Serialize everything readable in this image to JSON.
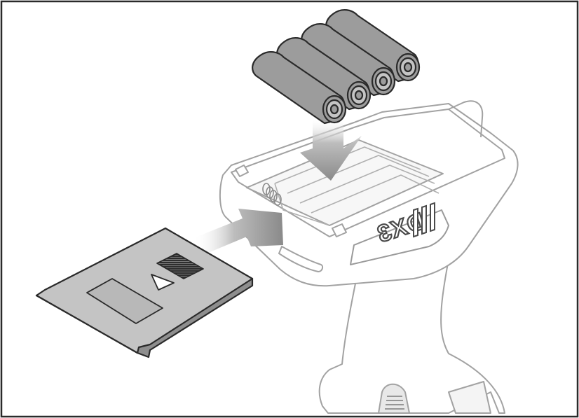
{
  "figure": {
    "transmitter_brand": "DX3",
    "colors": {
      "border": "#2a2a2a",
      "outline": "#9a9a9a",
      "outline_dark": "#4a4a4a",
      "battery_fill": "#9c9c9c",
      "cover_fill": "#c4c4c4",
      "arrow_fill": "#8c8c8c",
      "grip_fill": "#2e2e2e"
    },
    "parts": [
      "batteries",
      "transmitter-body",
      "battery-compartment",
      "battery-cover",
      "insert-arrow-down",
      "insert-arrow-side"
    ],
    "battery_count": 4
  }
}
